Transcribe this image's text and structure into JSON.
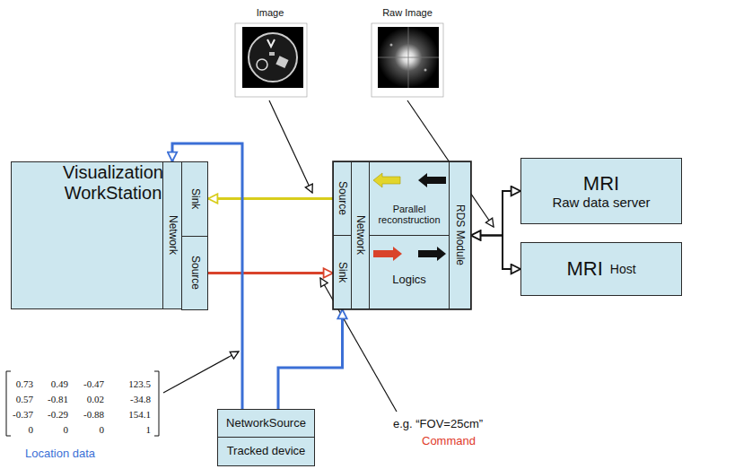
{
  "diagram": {
    "nodes": [
      {
        "text": [
          "Visualization WorkStation"
        ]
      },
      {
        "text": [
          "Network"
        ],
        "in": 0
      },
      {
        "text": [
          "Sink"
        ],
        "in": 0
      },
      {
        "text": [
          "Source"
        ],
        "in": 0
      },
      {
        "text": [
          "Source"
        ]
      },
      {
        "text": [
          "Sink"
        ]
      },
      {
        "text": [
          "Network"
        ]
      },
      {
        "text": [
          "Parallel reconstruction"
        ]
      },
      {
        "text": [
          "Logics"
        ]
      },
      {
        "text": [
          "RDS Module"
        ]
      },
      {
        "text": [
          "MRI",
          "Raw data server"
        ]
      },
      {
        "text": [
          "MRI",
          "Host"
        ]
      },
      {
        "text": [
          "NetworkSource"
        ]
      },
      {
        "text": [
          "Tracked device"
        ]
      }
    ],
    "edges": [
      {
        "from": 4,
        "to": 2,
        "arrow": "to"
      },
      {
        "from": 3,
        "to": 5,
        "arrow": "to"
      },
      {
        "from": 12,
        "to": 1,
        "arrow": "to"
      },
      {
        "from": 12,
        "to": 5,
        "arrow": "to"
      },
      {
        "from": 9,
        "to": 10,
        "arrow": "both"
      },
      {
        "from": 9,
        "to": 11,
        "arrow": "both"
      }
    ],
    "labels": [
      "Image",
      "Raw Image",
      "0.73",
      "0.49",
      "-0.47",
      "123.5",
      "0.57",
      "-0.81",
      "0.02",
      "-34.8",
      "-0.37",
      "-0.29",
      "-0.88",
      "154.1",
      "0",
      "0",
      "0",
      "1",
      "Location data",
      "e.g. “FOV=25cm”",
      "Command"
    ]
  }
}
